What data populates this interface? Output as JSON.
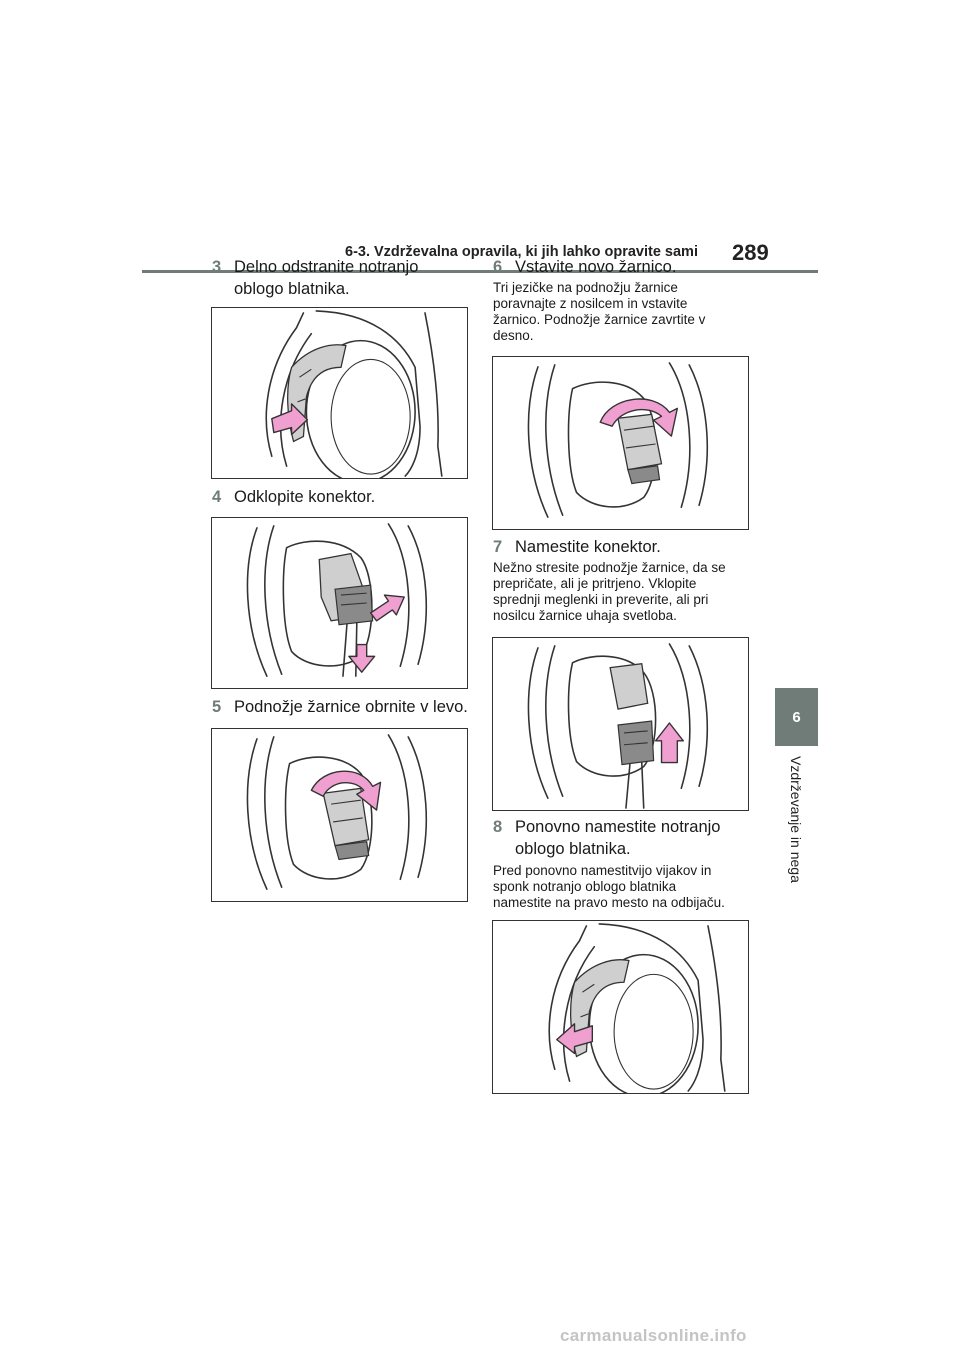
{
  "header": {
    "section_title": "6-3. Vzdrževalna opravila, ki jih lahko opravite sami",
    "page_number": "289"
  },
  "side_tab": {
    "chapter_number": "6",
    "chapter_label": "Vzdrževanje in nega"
  },
  "steps": [
    {
      "number": "3",
      "title_line1": "Delno odstranite notranjo",
      "title_line2": "oblogo blatnika."
    },
    {
      "number": "4",
      "title": "Odklopite konektor."
    },
    {
      "number": "5",
      "title": "Podnožje žarnice obrnite v levo."
    },
    {
      "number": "6",
      "title": "Vstavite novo žarnico.",
      "note_lines": [
        "Tri jezičke na podnožju žarnice",
        "poravnajte z nosilcem in vstavite",
        "žarnico. Podnožje žarnice zavrtite v",
        "desno."
      ]
    },
    {
      "number": "7",
      "title": "Namestite konektor.",
      "note_lines": [
        "Nežno stresite podnožje žarnice, da se",
        "prepričate, ali je pritrjeno. Vklopite",
        "sprednji meglenki in preverite, ali pri",
        "nosilcu žarnice uhaja svetloba."
      ]
    },
    {
      "number": "8",
      "title_line1": "Ponovno namestite notranjo",
      "title_line2": "oblogo blatnika.",
      "note_lines": [
        "Pred ponovno namestitvijo vijakov in",
        "sponk notranjo oblogo blatnika",
        "namestite na pravo mesto na odbijaču."
      ]
    }
  ],
  "footer": {
    "watermark": "carmanualsonline.info"
  },
  "colors": {
    "accent": "#6f7c78",
    "arrow": "#f0a0d0",
    "text": "#1a1a1a"
  }
}
